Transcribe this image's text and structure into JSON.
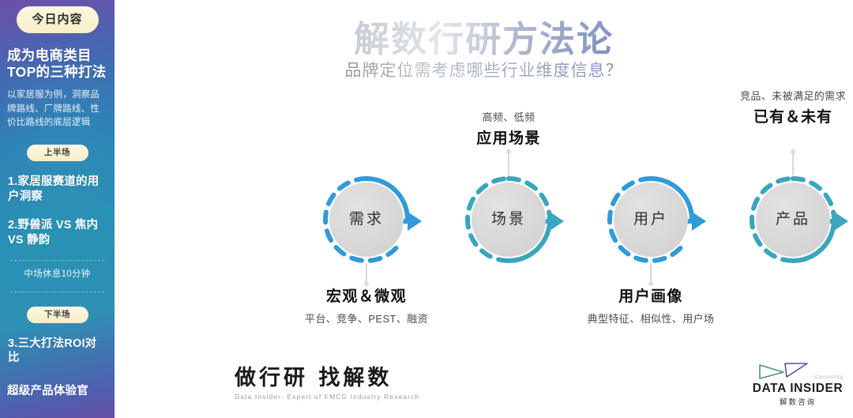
{
  "sidebar": {
    "badge": "今日内容",
    "heading": "成为电商类目TOP的三种打法",
    "subheading": "以家居服为例，洞察品牌路线、厂牌路线、性价比路线的底层逻辑",
    "first_half_pill": "上半场",
    "items": [
      "1.家居服赛道的用户洞察",
      "2.野兽派 VS 焦内 VS 静韵"
    ],
    "break_text": "中场休息10分钟",
    "second_half_pill": "下半场",
    "items2": [
      "3.三大打法ROI对比"
    ],
    "last_item": "超级产品体验官",
    "colors": {
      "gradient_start": "#6d4fa8",
      "gradient_mid": "#2790b6",
      "gradient_end": "#6a4fa6",
      "pill": "#f8eec8"
    }
  },
  "header": {
    "title": "解数行研方法论",
    "subtitle": "品牌定位需考虑哪些行业维度信息？"
  },
  "diagram": {
    "nodes": [
      {
        "circle_label": "需求",
        "label_position": "below",
        "title": "宏观＆微观",
        "detail": "平台、竞争、PEST、融资",
        "ring_color": "#2f9bd8",
        "ring_style": "solid-top"
      },
      {
        "circle_label": "场景",
        "label_position": "above",
        "title": "应用场景",
        "detail": "高频、低频",
        "ring_color": "#3aa6bd",
        "ring_style": "solid-bottom"
      },
      {
        "circle_label": "用户",
        "label_position": "below",
        "title": "用户画像",
        "detail": "典型特征、相似性、用户场",
        "ring_color": "#2f9bd8",
        "ring_style": "solid-top"
      },
      {
        "circle_label": "产品",
        "label_position": "above",
        "title": "已有＆未有",
        "detail": "竞品、未被满足的需求",
        "ring_color": "#3aa6bd",
        "ring_style": "solid-bottom"
      }
    ]
  },
  "footer": {
    "slogan_cn": "做行研 找解数",
    "slogan_en": "Data Insider- Expert of FMCG Industry Research",
    "brand_name": "DATA INSIDER",
    "brand_cn": "解数咨询",
    "brand_tag": "Consulting"
  }
}
